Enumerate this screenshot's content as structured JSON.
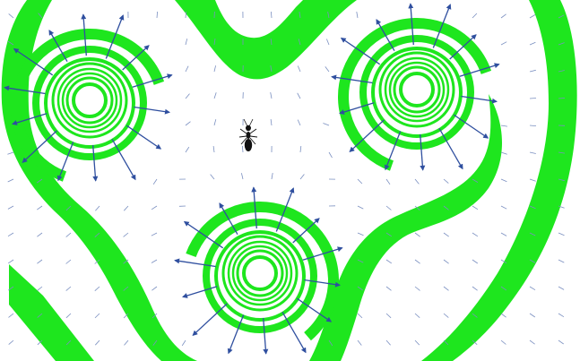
{
  "colors": {
    "background": "#ffffff",
    "contour_fill": "#1ee61e",
    "arrow_stroke": "#2f4f9f",
    "ant_body": "#111111"
  },
  "icons": {
    "agent": "ant-icon"
  },
  "figure": {
    "type": "vector-field-with-contours",
    "sources": 3,
    "agent_count": 1
  }
}
